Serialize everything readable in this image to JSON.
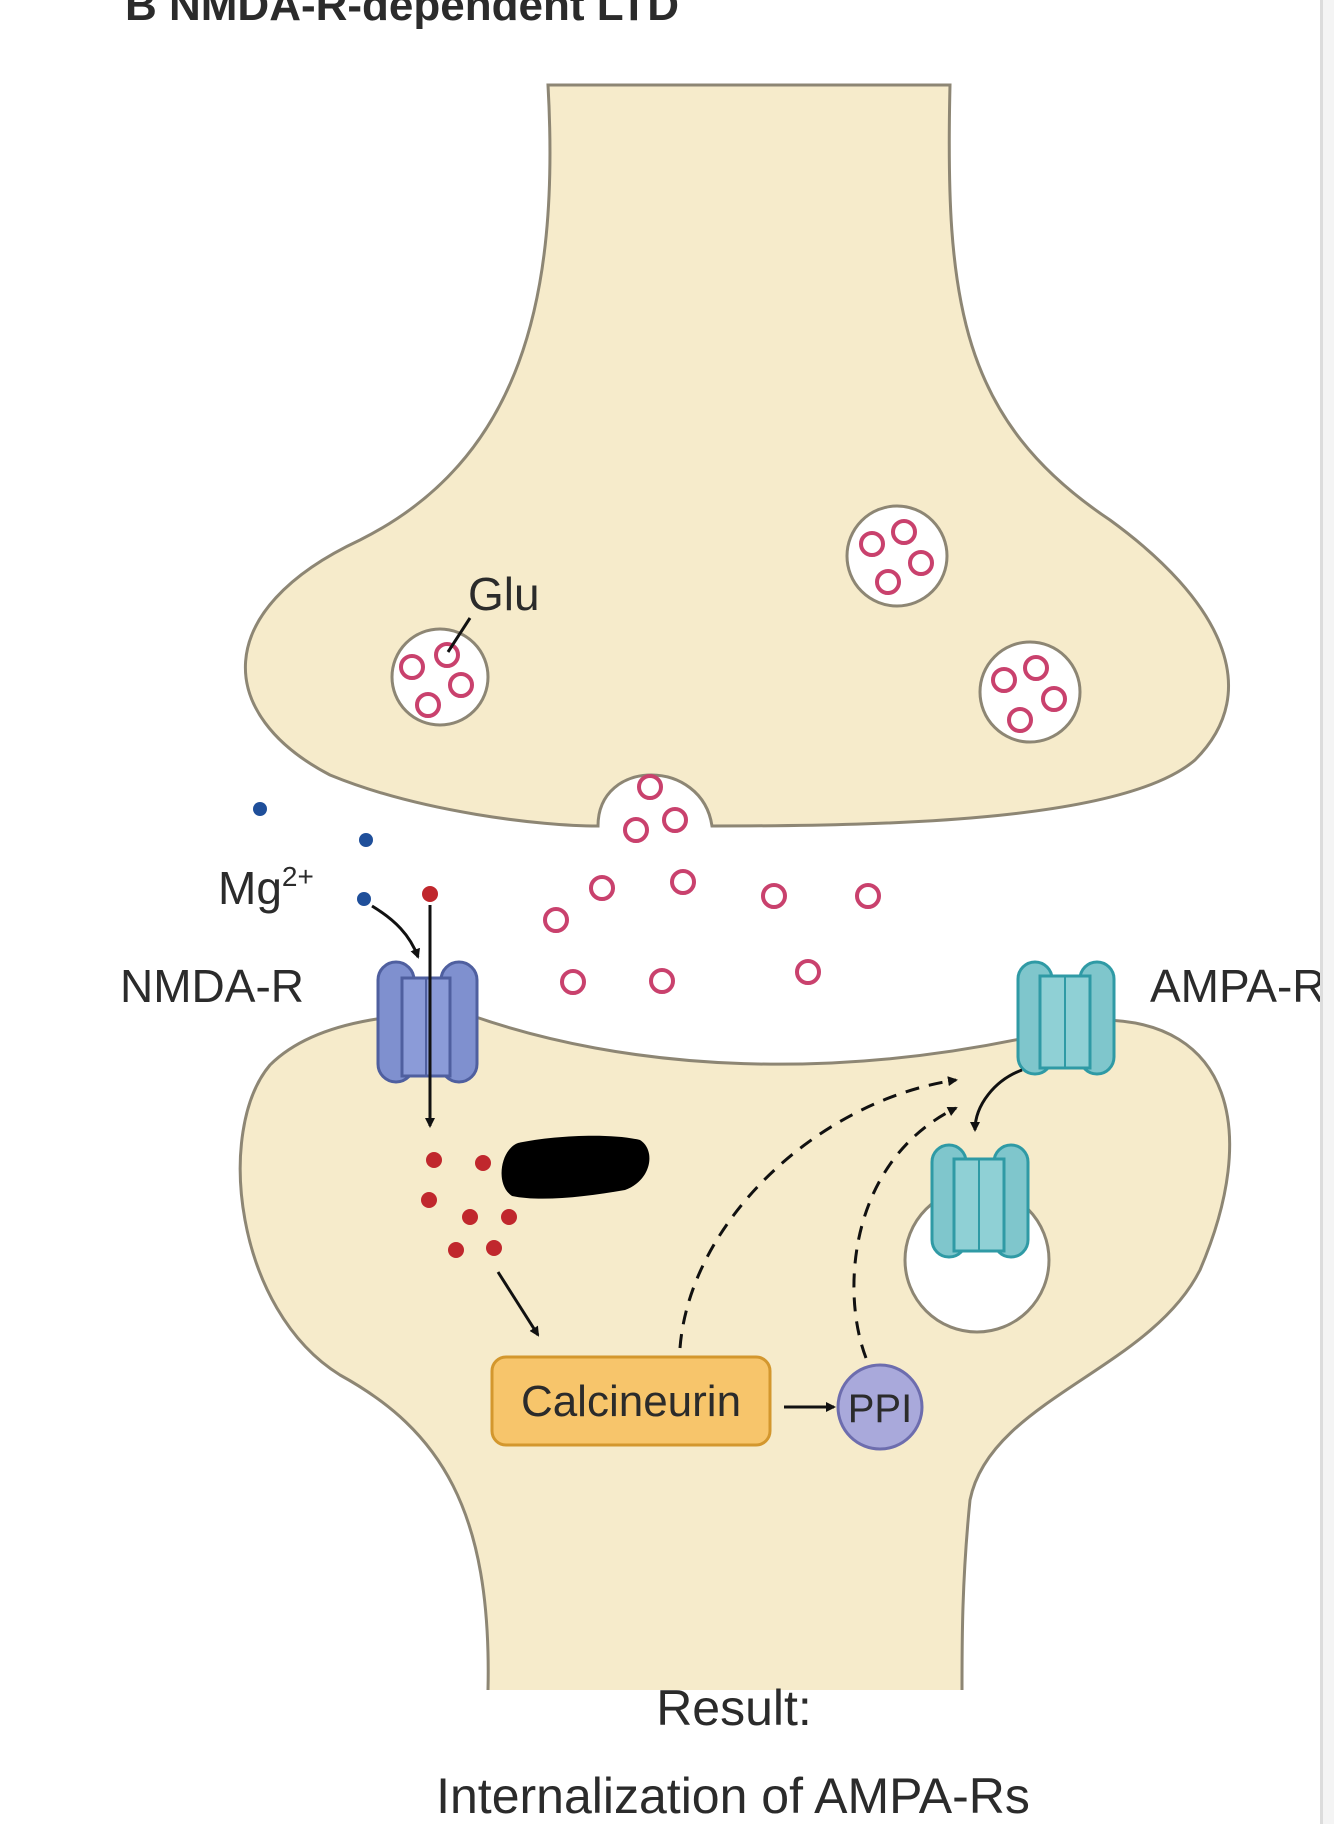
{
  "title": "B  NMDA-R-dependent LTD",
  "labels": {
    "glu": "Glu",
    "mg": "Mg",
    "mg_sup": "2+",
    "nmda_r": "NMDA-R",
    "ampa_r": "AMPA-R",
    "calcineurin": "Calcineurin",
    "ppi": "PPI",
    "result_title": "Result:",
    "result_text": "Internalization of AMPA-Rs"
  },
  "colors": {
    "neuron_fill": "#f6ebcb",
    "neuron_stroke": "#8d8674",
    "glutamate": "#c9416d",
    "magnesium": "#1f4f9a",
    "calcium": "#c0272d",
    "nmda_receptor": "#7f90cf",
    "ampa_receptor": "#7fc6cc",
    "calcineurin_box": "#f7c56b",
    "ppi_circle": "#a9a9db",
    "redaction": "#000000"
  }
}
